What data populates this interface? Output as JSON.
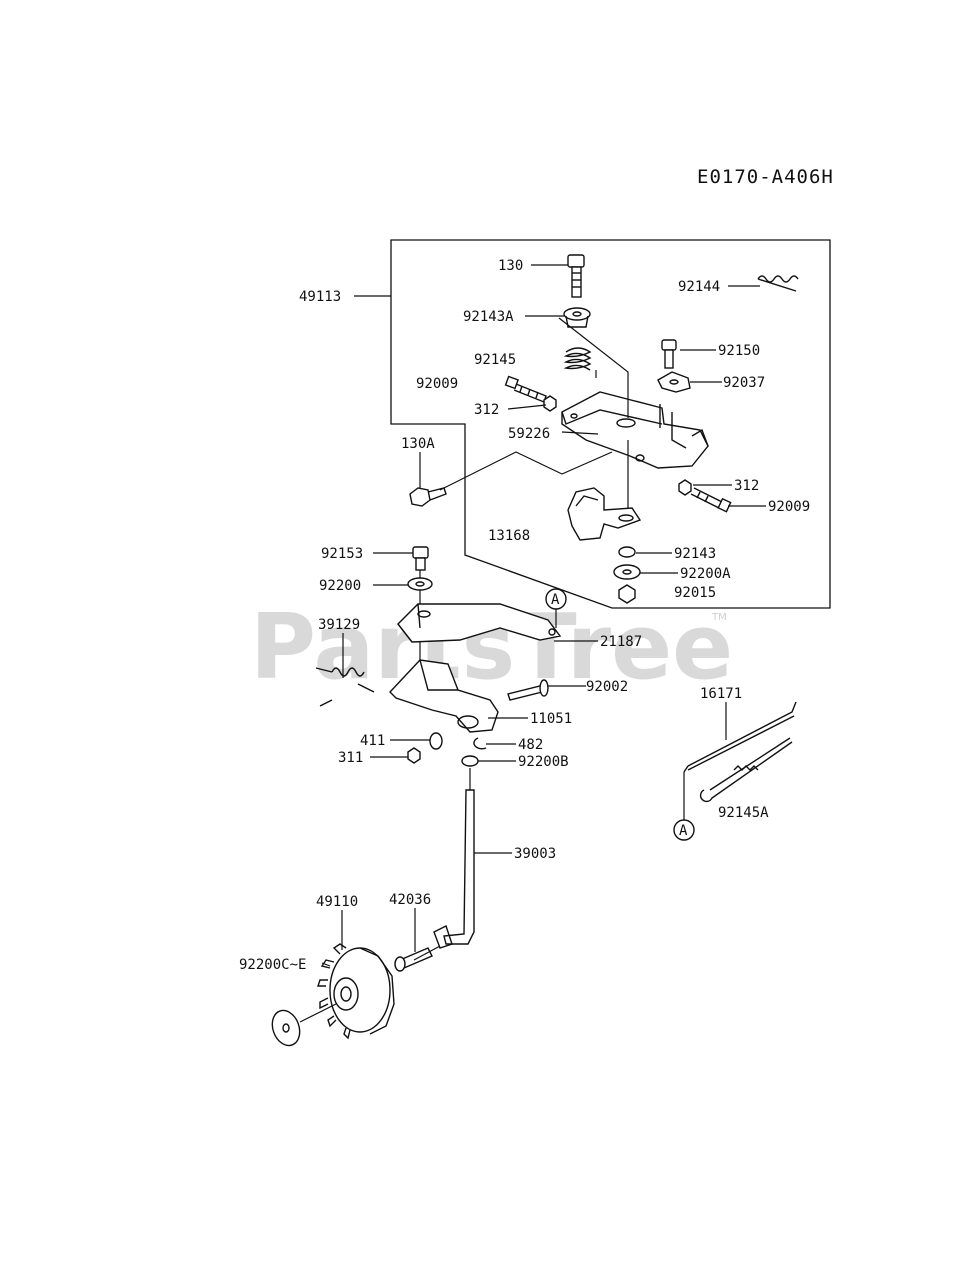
{
  "diagram_code": "E0170-A406H",
  "watermark": "PartsTree",
  "watermark_tm": "TM",
  "reference_marker": "A",
  "labels": {
    "p130": "130",
    "p49113": "49113",
    "p92144": "92144",
    "p92143A": "92143A",
    "p92145": "92145",
    "p92150": "92150",
    "p92009a": "92009",
    "p92037": "92037",
    "p312a": "312",
    "p59226": "59226",
    "p130A": "130A",
    "p312b": "312",
    "p92009b": "92009",
    "p13168": "13168",
    "p92153": "92153",
    "p92143": "92143",
    "p92200": "92200",
    "p92200A": "92200A",
    "p92015": "92015",
    "p39129": "39129",
    "p21187": "21187",
    "p92002": "92002",
    "p11051": "11051",
    "p411": "411",
    "p482": "482",
    "p311": "311",
    "p92200B": "92200B",
    "p16171": "16171",
    "p92145A": "92145A",
    "p39003": "39003",
    "p49110": "49110",
    "p42036": "42036",
    "p92200CE": "92200C~E"
  }
}
